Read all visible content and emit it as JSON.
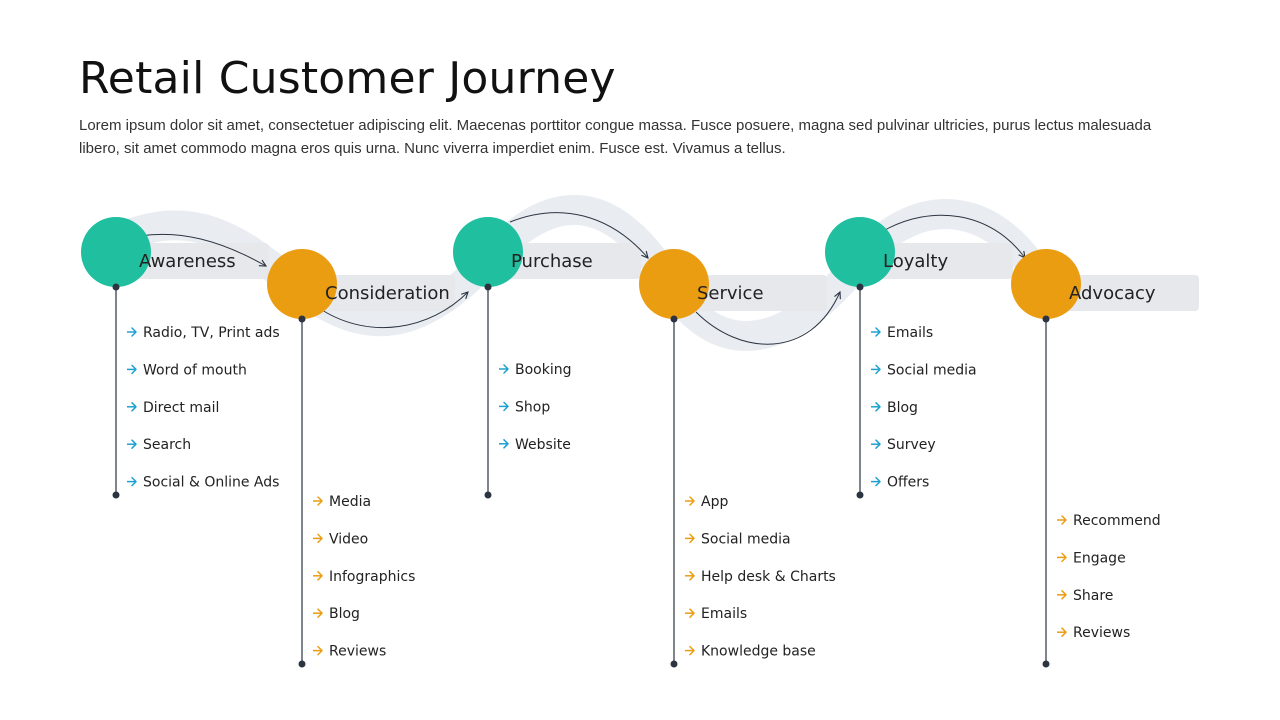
{
  "title": "Retail Customer Journey",
  "subtitle": "Lorem ipsum dolor sit amet, consectetuer adipiscing elit. Maecenas porttitor congue massa. Fusce posuere, magna sed pulvinar ultricies, purus lectus malesuada libero, sit amet commodo magna eros quis urna. Nunc viverra imperdiet enim. Fusce est. Vivamus a tellus.",
  "colors": {
    "teal": "#20bfa0",
    "orange": "#eb9d12",
    "teal_arrow": "#1ea0cf",
    "orange_arrow": "#eb9d12",
    "label_box": "#e6e8ec",
    "wave": "#e9edf2",
    "line": "#2b3440"
  },
  "stages": [
    {
      "name": "Awareness",
      "color": "teal",
      "items": [
        "Radio, TV, Print ads",
        "Word of mouth",
        "Direct mail",
        "Search",
        "Social & Online Ads"
      ]
    },
    {
      "name": "Consideration",
      "color": "orange",
      "items": [
        "Media",
        "Video",
        "Infographics",
        "Blog",
        "Reviews"
      ]
    },
    {
      "name": "Purchase",
      "color": "teal",
      "items": [
        "Booking",
        "Shop",
        "Website"
      ]
    },
    {
      "name": "Service",
      "color": "orange",
      "items": [
        "App",
        "Social media",
        "Help desk & Charts",
        "Emails",
        "Knowledge base"
      ]
    },
    {
      "name": "Loyalty",
      "color": "teal",
      "items": [
        "Emails",
        "Social media",
        "Blog",
        "Survey",
        "Offers"
      ]
    },
    {
      "name": "Advocacy",
      "color": "orange",
      "items": [
        "Recommend",
        "Engage",
        "Share",
        "Reviews"
      ]
    }
  ]
}
